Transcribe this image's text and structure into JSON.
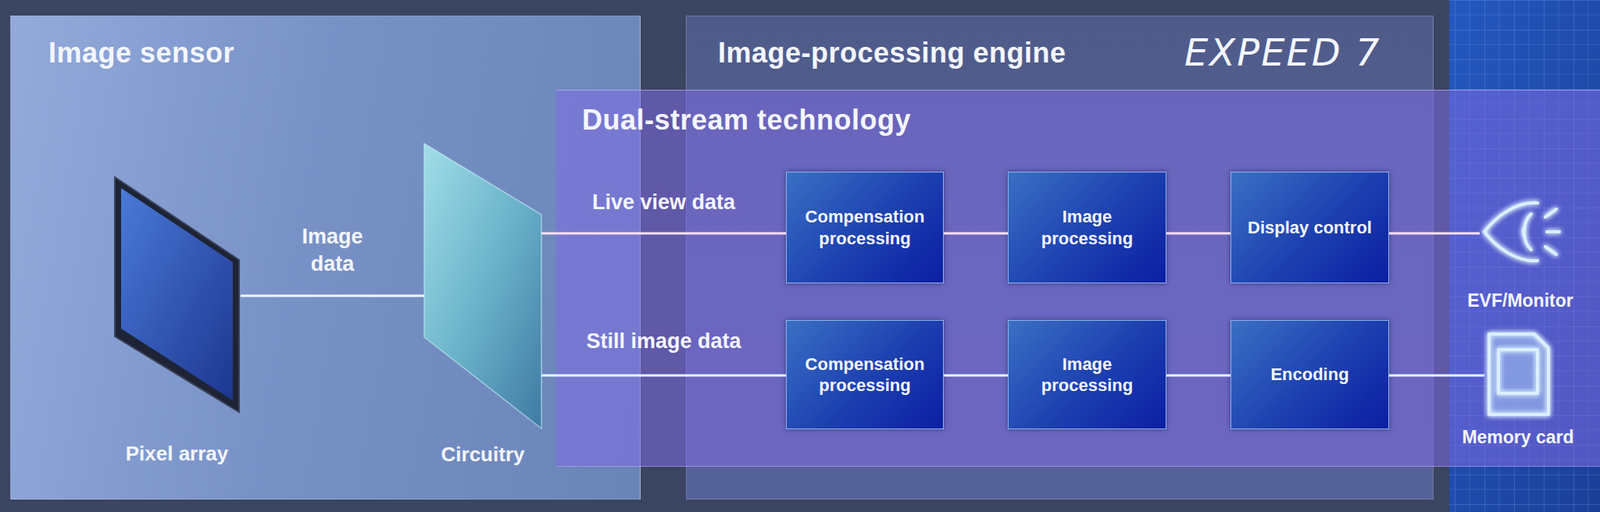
{
  "diagram": {
    "nodes": [
      {
        "text": [
          "Image sensor"
        ]
      },
      {
        "text": [
          "Pixel array"
        ],
        "in": 0
      },
      {
        "text": [
          "Circuitry"
        ],
        "in": 0
      },
      {
        "text": [
          "Image-processing engine",
          "EXPEED 7"
        ]
      },
      {
        "text": [
          "Dual-stream technology"
        ]
      },
      {
        "text": [
          "Compensation processing"
        ],
        "in": 4
      },
      {
        "text": [
          "Image processing"
        ],
        "in": 4
      },
      {
        "text": [
          "Display control"
        ],
        "in": 4
      },
      {
        "text": [
          "Compensation processing"
        ],
        "in": 4
      },
      {
        "text": [
          "Image processing"
        ],
        "in": 4
      },
      {
        "text": [
          "Encoding"
        ],
        "in": 4
      },
      {
        "text": [
          "EVF/Monitor"
        ]
      },
      {
        "text": [
          "Memory card"
        ]
      }
    ],
    "edges": [
      {
        "from": 1,
        "to": 2,
        "label": "Image data",
        "arrow": "none"
      },
      {
        "from": 2,
        "to": 5,
        "label": "Live view data",
        "arrow": "none"
      },
      {
        "from": 2,
        "to": 8,
        "label": "Still image data",
        "arrow": "none"
      },
      {
        "from": 5,
        "to": 6,
        "arrow": "none"
      },
      {
        "from": 6,
        "to": 7,
        "arrow": "none"
      },
      {
        "from": 8,
        "to": 9,
        "arrow": "none"
      },
      {
        "from": 9,
        "to": 10,
        "arrow": "none"
      },
      {
        "from": 7,
        "to": 11,
        "arrow": "none"
      },
      {
        "from": 10,
        "to": 12,
        "arrow": "none"
      }
    ]
  }
}
